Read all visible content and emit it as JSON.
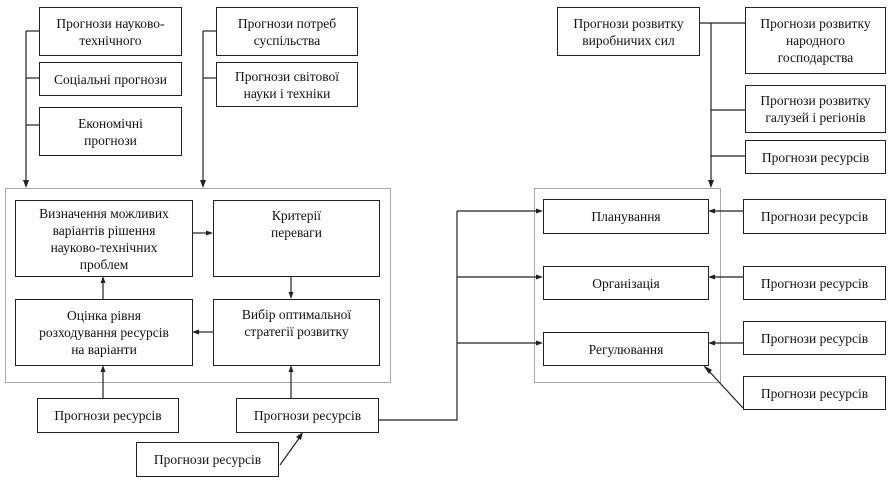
{
  "diagram": {
    "left_inputs_group1": [
      "Прогнози науково-\nтехнічного",
      "Соціальні прогнози",
      "Економічні\nпрогнози"
    ],
    "left_inputs_group2": [
      "Прогнози потреб\nсуспільства",
      "Прогнози світової\nнауки і техніки"
    ],
    "left_process": {
      "determination": "Визначення можливих\nваріантів рішення\nнауково-технічних\nпроблем",
      "criteria": "Критерії\nпереваги",
      "assessment": "Оцінка рівня\nрозходування ресурсів\nна варіанти",
      "choice": "Вибір оптимальної\nстратегії розвитку"
    },
    "bottom_inputs": [
      "Прогнози ресурсів",
      "Прогнози ресурсів",
      "Прогнози ресурсів"
    ],
    "right_top_inputs": {
      "productive_forces": "Прогнози розвитку\nвиробничих сил",
      "national_economy": "Прогнози розвитку\nнародного\nгосподарства",
      "branches_regions": "Прогнози розвитку\nгалузей і регіонів",
      "resources": "Прогнози ресурсів"
    },
    "management_functions": [
      "Планування",
      "Організація",
      "Регулювання"
    ],
    "right_side_inputs": [
      "Прогнози ресурсів",
      "Прогнози ресурсів",
      "Прогнози ресурсів",
      "Прогнози ресурсів"
    ]
  }
}
